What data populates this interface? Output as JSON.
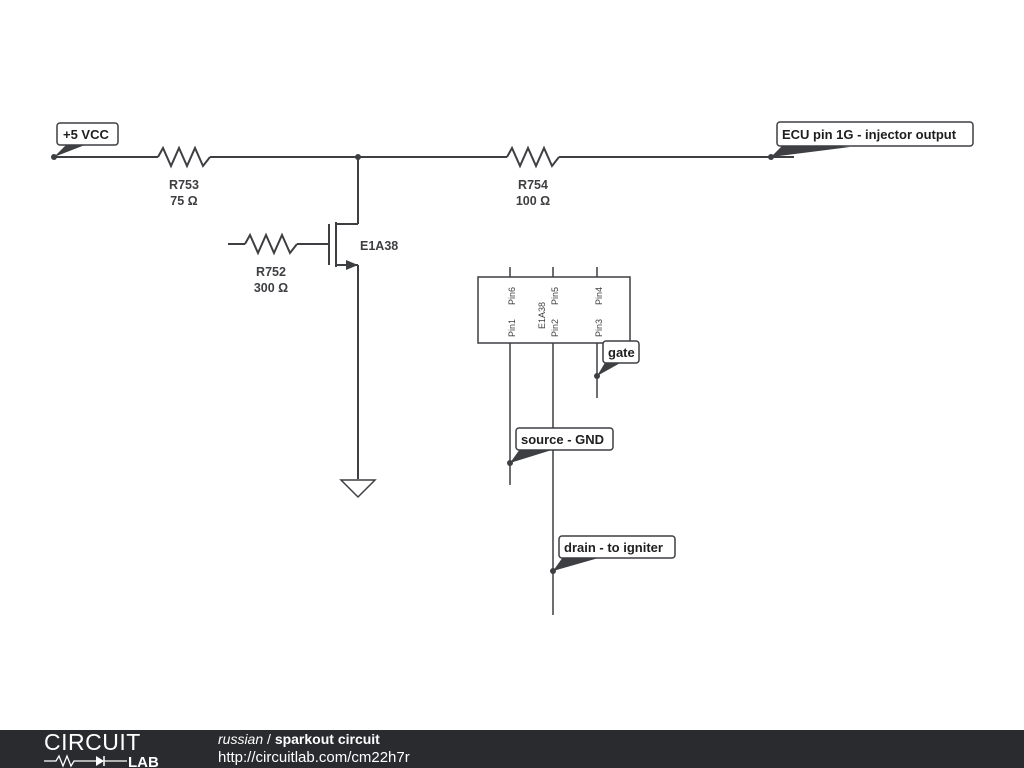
{
  "schematic": {
    "resistors": [
      {
        "name": "R753",
        "value": "75 Ω"
      },
      {
        "name": "R754",
        "value": "100 Ω"
      },
      {
        "name": "R752",
        "value": "300 Ω"
      }
    ],
    "transistor_label": "E1A38",
    "ic": {
      "name": "E1A38",
      "top_pins": [
        "Pin6",
        "Pin5",
        "Pin4"
      ],
      "bottom_pins": [
        "Pin1",
        "Pin2",
        "Pin3"
      ]
    },
    "net_labels": {
      "vcc": "+5 VCC",
      "ecu": "ECU pin 1G - injector output",
      "gate": "gate",
      "source": "source - GND",
      "drain": "drain - to igniter"
    }
  },
  "footer": {
    "logo_top": "CIRCUIT",
    "logo_bottom": "LAB",
    "user": "russian",
    "separator": " / ",
    "project": "sparkout circuit",
    "url": "http://circuitlab.com/cm22h7r"
  }
}
